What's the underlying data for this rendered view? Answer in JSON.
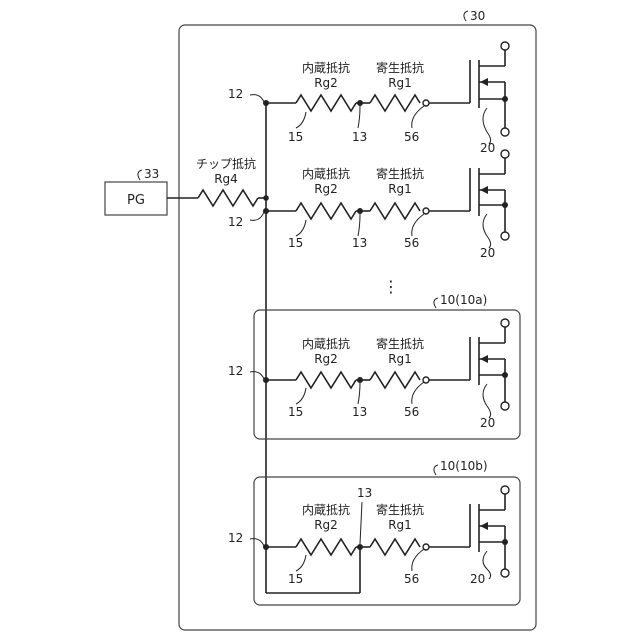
{
  "module": {
    "ref": "30"
  },
  "pg": {
    "label": "PG",
    "ref": "33"
  },
  "chip_resistor": {
    "name": "チップ抵抗",
    "sym": "Rg4"
  },
  "builtin_resistor": {
    "name": "内蔵抵抗",
    "sym": "Rg2"
  },
  "parasitic_resistor": {
    "name": "寄生抵抗",
    "sym": "Rg1"
  },
  "node_refs": {
    "gate_pad": "12",
    "mid_node": "13",
    "builtin": "15",
    "gate_terminal": "56",
    "transistor": "20"
  },
  "chip_a": {
    "ref": "10(10a)"
  },
  "chip_b": {
    "ref": "10(10b)"
  },
  "ellipsis": "⋮"
}
